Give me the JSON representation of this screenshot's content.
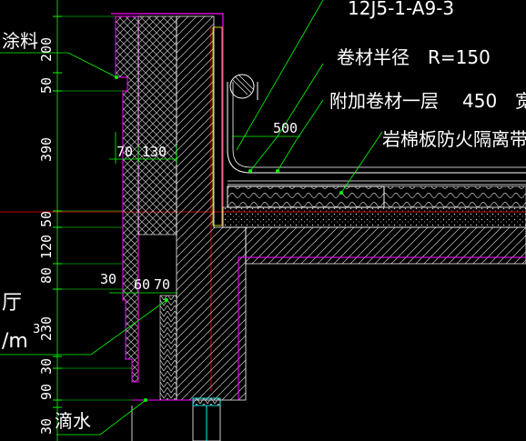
{
  "labels": {
    "top_ref": "12J5-1-A9-3",
    "coil_radius": "卷材半径",
    "coil_radius_value": "R=150",
    "extra_layer": "附加卷材一层",
    "extra_layer_value": "450",
    "extra_layer_tail": "宽",
    "rockwool_band": "岩棉板防火隔离带",
    "paint": "涂料",
    "drip": "滴水",
    "left_partial_1": "厅",
    "left_partial_2": "/m",
    "left_partial_sup": "3"
  },
  "dimensions": {
    "vertical": [
      "200",
      "50",
      "390",
      "50",
      "120",
      "80",
      "230",
      "30",
      "90",
      "30"
    ],
    "width_70": "70",
    "width_130": "130",
    "width_500": "500",
    "width_30": "30",
    "width_60": "60",
    "width_70b": "70"
  },
  "colors": {
    "background": "#000000",
    "outline": "#ff00ff",
    "leader": "#00ff00",
    "text": "#ffffff",
    "dim_line": "#00ff00",
    "axis": "#ff0000",
    "hatch": "#c8c8c8"
  }
}
